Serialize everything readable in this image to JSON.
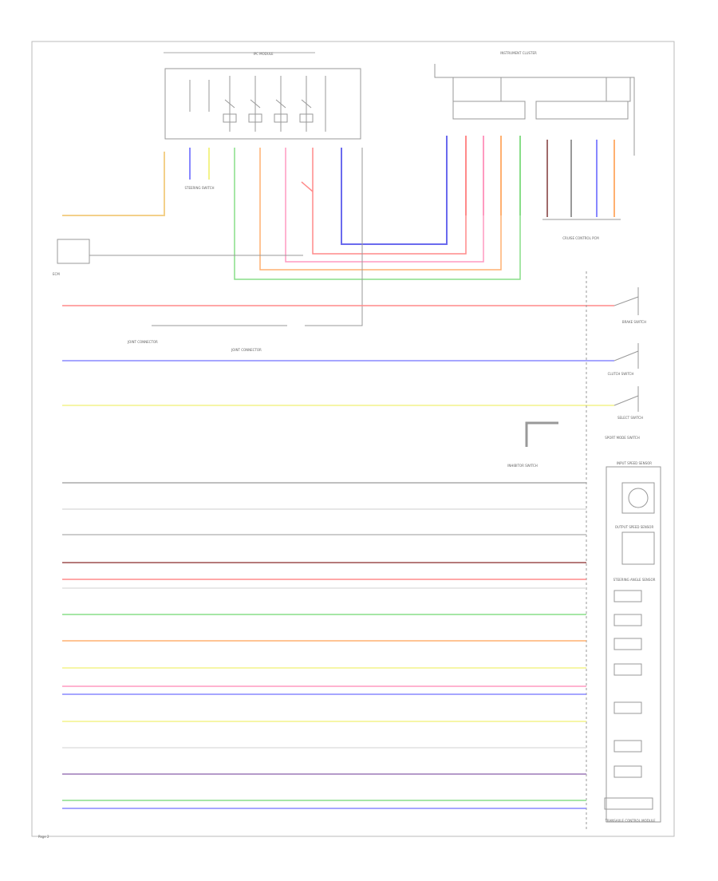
{
  "components": {
    "ipc_module": "IPC MODULE",
    "instrument_cluster": "INSTRUMENT CLUSTER",
    "steering_switch": "STEERING SWITCH",
    "cruise_pcm": "CRUISE CONTROL PCM",
    "steering_angle_sensor": "STEERING ANGLE SENSOR",
    "inhibitor_switch": "INHIBITOR SWITCH",
    "input_sensor": "INPUT SPEED SENSOR",
    "output_sensor": "OUTPUT SPEED SENSOR",
    "tcm": "TRANSAXLE CONTROL MODULE",
    "brake_switch": "BRAKE SWITCH",
    "clutch_switch": "CLUTCH SWITCH",
    "select_switch": "SELECT SWITCH",
    "sport_mode_switch": "SPORT MODE SWITCH",
    "joint_connector_1": "JOINT CONNECTOR",
    "joint_connector_2": "JOINT CONNECTOR",
    "ecm": "ECM"
  },
  "colors": {
    "frame": "#bbbbbb",
    "wire_dark": "#999999",
    "red": "#ff8a8a",
    "blue": "#8888ff",
    "yellow": "#f3f38a",
    "green": "#88dd88",
    "orange": "#ffb070",
    "pink": "#ff9ac0",
    "purple": "#b59ac9",
    "brown": "#a06a6a",
    "gray": "#cccccc"
  },
  "footer": "Page 2"
}
